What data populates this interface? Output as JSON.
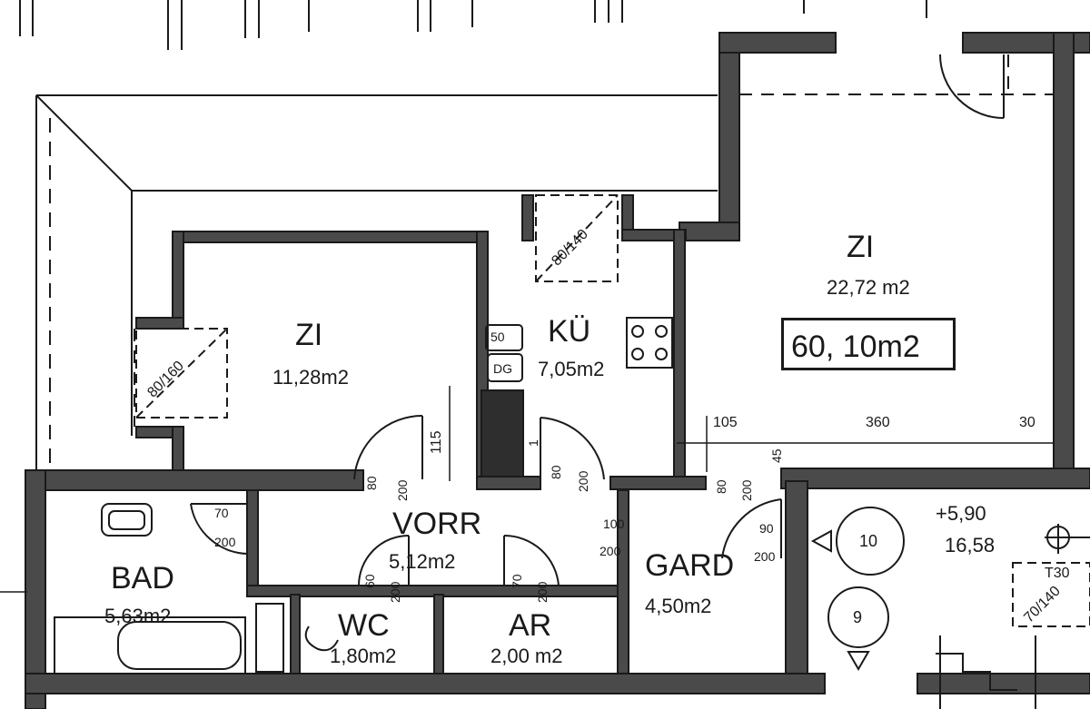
{
  "rooms": {
    "zi_left": {
      "name": "ZI",
      "area": "11,28m2"
    },
    "kitchen": {
      "name": "KÜ",
      "area": "7,05m2",
      "sink_label": "50",
      "appliance_label": "DG"
    },
    "zi_right": {
      "name": "ZI",
      "area": "22,72  m2"
    },
    "bath": {
      "name": "BAD",
      "area": "5,63m2"
    },
    "hall": {
      "name": "VORR",
      "area": "5,12m2"
    },
    "wc": {
      "name": "WC",
      "area": "1,80m2"
    },
    "storage": {
      "name": "AR",
      "area": "2,00 m2"
    },
    "wardrobe": {
      "name": "GARD",
      "area": "4,50m2"
    }
  },
  "total_area": "60, 10m2",
  "windows": [
    "80/160",
    "80/140",
    "70/140"
  ],
  "dimensions": {
    "d115": "115",
    "d105": "105",
    "d360": "360",
    "d30": "30",
    "d45": "45",
    "door_200": "200",
    "door_80": "80",
    "door_70": "70",
    "door_60": "60",
    "door_90": "90",
    "door_100": "100",
    "door_1": "1",
    "t30": "T30"
  },
  "stair": {
    "level": "+5,90",
    "area": "16,58",
    "step_10": "10",
    "step_9": "9"
  },
  "colors": {
    "wall": "#4a4a4a",
    "wall_edge": "#1a1a1a",
    "paper": "#ffffff",
    "line": "#1a1a1a"
  }
}
